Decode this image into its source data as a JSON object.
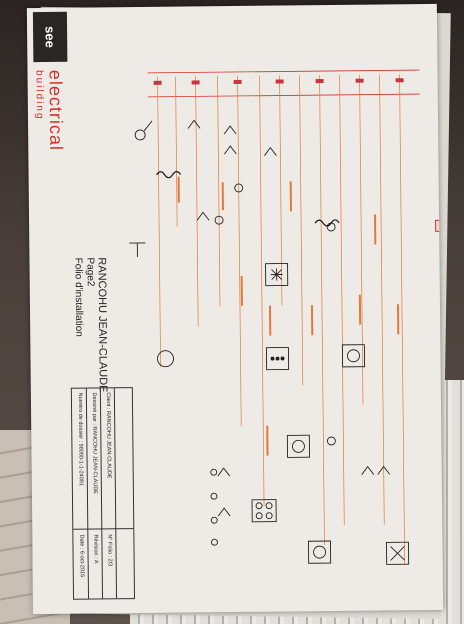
{
  "brand": {
    "logo_text": "see",
    "wordmark": "electrical",
    "tagline": "building"
  },
  "document": {
    "client_name": "RANCOHU JEAN-CLAUDE",
    "page": "Page2",
    "folio_title": "Folio d'installation"
  },
  "title_block": {
    "folder_number": "Numéro de dossier : 98090-1-1-24091",
    "designed_by": "Dessiné par : RANCOHU JEAN-CLAUDE",
    "client": "Client : RANCOHU JEAN-CLAUDE",
    "date": "Date : 6-oct-2015",
    "revision": "Révision : A",
    "folio_number": "N° Folio : 2/3"
  },
  "colors": {
    "paper": "#eeebe6",
    "wire_red": "#d0322a",
    "wire_orange": "#e07a3a",
    "ink": "#222222"
  }
}
